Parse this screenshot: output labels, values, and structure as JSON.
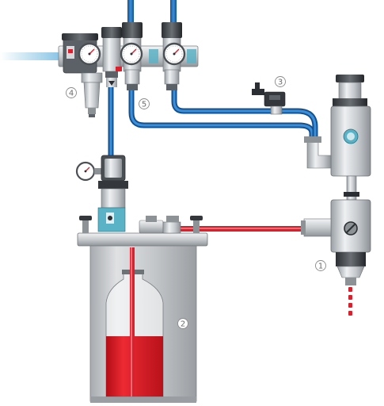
{
  "diagram": {
    "callouts": [
      {
        "id": "1",
        "label": "1"
      },
      {
        "id": "2",
        "label": "2"
      },
      {
        "id": "3",
        "label": "3"
      },
      {
        "id": "4",
        "label": "4"
      },
      {
        "id": "5",
        "label": "5"
      }
    ],
    "colors": {
      "air_line": "#2a78c4",
      "air_line_dark": "#14508f",
      "fluid_line": "#d9202c",
      "fluid": "#e0141e",
      "metal_light": "#e4e6e8",
      "metal_mid": "#b9bdc1",
      "metal_dark": "#6d7277",
      "tank_body": "#c9cccf",
      "regulator_accent": "#5ab2c6",
      "air_inlet": "#9fd0ea"
    },
    "icons": [
      "pressure-gauge-icon",
      "solenoid-valve-icon",
      "dispensing-valve-icon",
      "pressure-tank-icon",
      "filter-regulator-icon"
    ]
  }
}
